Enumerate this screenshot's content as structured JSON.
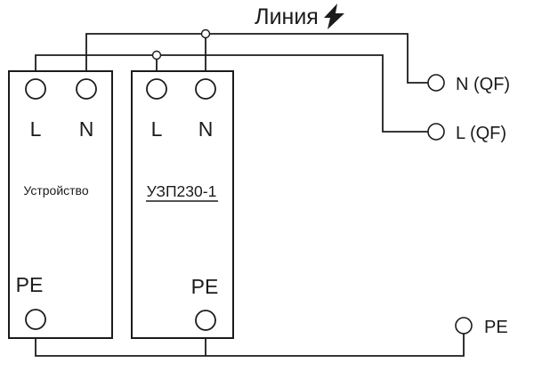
{
  "title": {
    "label": "Линия",
    "icon": "lightning-bolt"
  },
  "left_device": {
    "terminal_l": "L",
    "terminal_n": "N",
    "name": "Устройство",
    "terminal_pe": "PE"
  },
  "right_device": {
    "terminal_l": "L",
    "terminal_n": "N",
    "name": "УЗП230-1",
    "terminal_pe": "PE"
  },
  "external_terminals": {
    "n_qf_label": "N (QF)",
    "l_qf_label": "L (QF)",
    "pe_label": "PE"
  },
  "colors": {
    "line": "#1b1b1b",
    "background": "#ffffff"
  }
}
